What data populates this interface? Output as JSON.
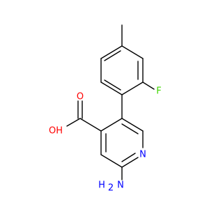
{
  "molecule": {
    "atoms": {
      "fluorine": {
        "symbol": "F",
        "color": "#3fd600"
      },
      "carbonyl_oxygen": {
        "symbol": "O",
        "color": "#ff0000"
      },
      "hydroxyl": {
        "symbol": "OH",
        "color": "#ff0000"
      },
      "pyridine_nitrogen": {
        "symbol": "N",
        "color": "#0000ff"
      },
      "amine_h": {
        "symbol": "H",
        "color": "#0000ff"
      },
      "amine_n": {
        "symbol": "N",
        "color": "#0000ff"
      },
      "amine_h2": {
        "symbol": "2",
        "color": "#0000ff"
      }
    }
  }
}
